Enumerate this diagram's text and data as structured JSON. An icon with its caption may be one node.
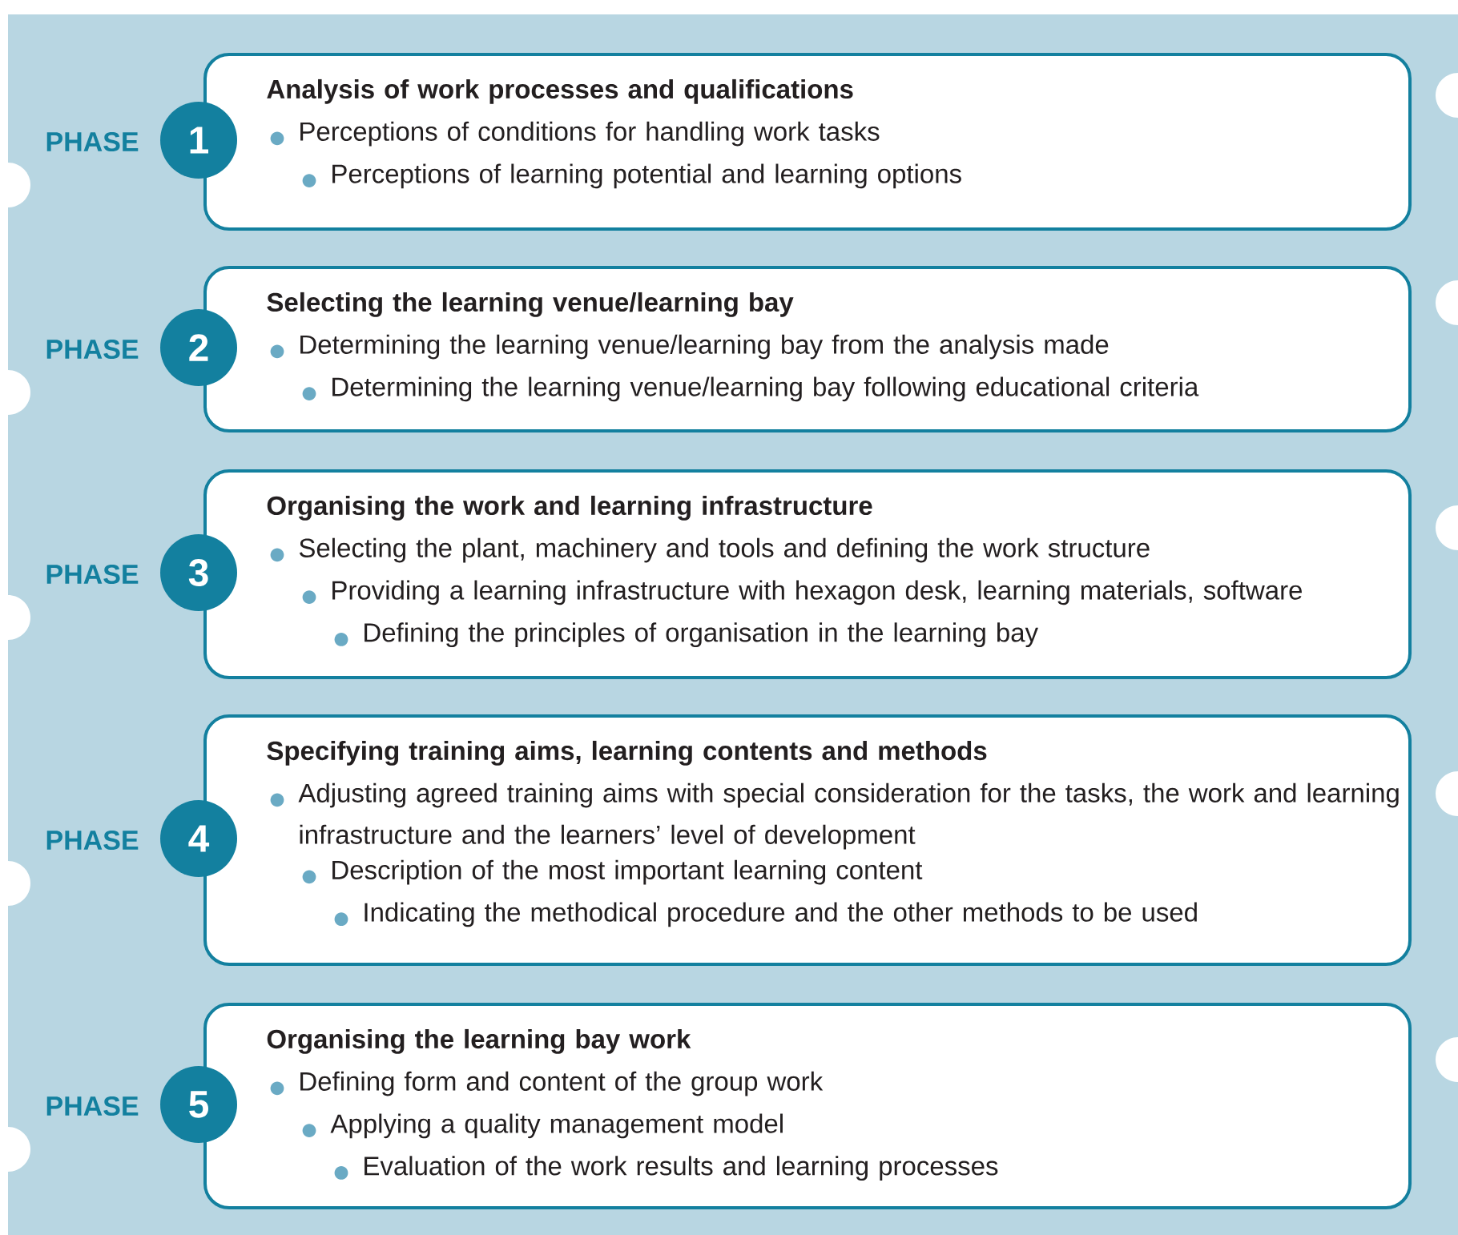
{
  "diagram": {
    "nodes": [
      {
        "text": [
          "1"
        ],
        "beside": [
          "PHASE"
        ]
      },
      {
        "text": [
          "Analysis of work processes and qualifications",
          "Perceptions of conditions for handling work tasks",
          "Perceptions of learning potential and learning options"
        ]
      },
      {
        "text": [
          "2"
        ],
        "beside": [
          "PHASE"
        ]
      },
      {
        "text": [
          "Selecting the learning venue/learning bay",
          "Determining the learning venue/learning bay from the analysis made",
          "Determining the learning venue/learning bay following educational criteria"
        ]
      },
      {
        "text": [
          "3"
        ],
        "beside": [
          "PHASE"
        ]
      },
      {
        "text": [
          "Organising the work and learning infrastructure",
          "Selecting the plant, machinery and tools and defining the work structure",
          "Providing a learning infrastructure with hexagon desk, learning materials, software",
          "Defining the principles of organisation in the learning bay"
        ]
      },
      {
        "text": [
          "4"
        ],
        "beside": [
          "PHASE"
        ]
      },
      {
        "text": [
          "Specifying training aims, learning contents and methods",
          "Adjusting agreed training aims with special consideration for the tasks, the work and learning infrastructure and the learners’ level of development",
          "Description of the most important learning content",
          "Indicating the methodical procedure and the other methods to be used"
        ]
      },
      {
        "text": [
          "5"
        ],
        "beside": [
          "PHASE"
        ]
      },
      {
        "text": [
          "Organising the learning bay work",
          "Defining form and content of the group work",
          "Applying a quality management model",
          "Evaluation of the work results and learning processes"
        ]
      }
    ]
  }
}
